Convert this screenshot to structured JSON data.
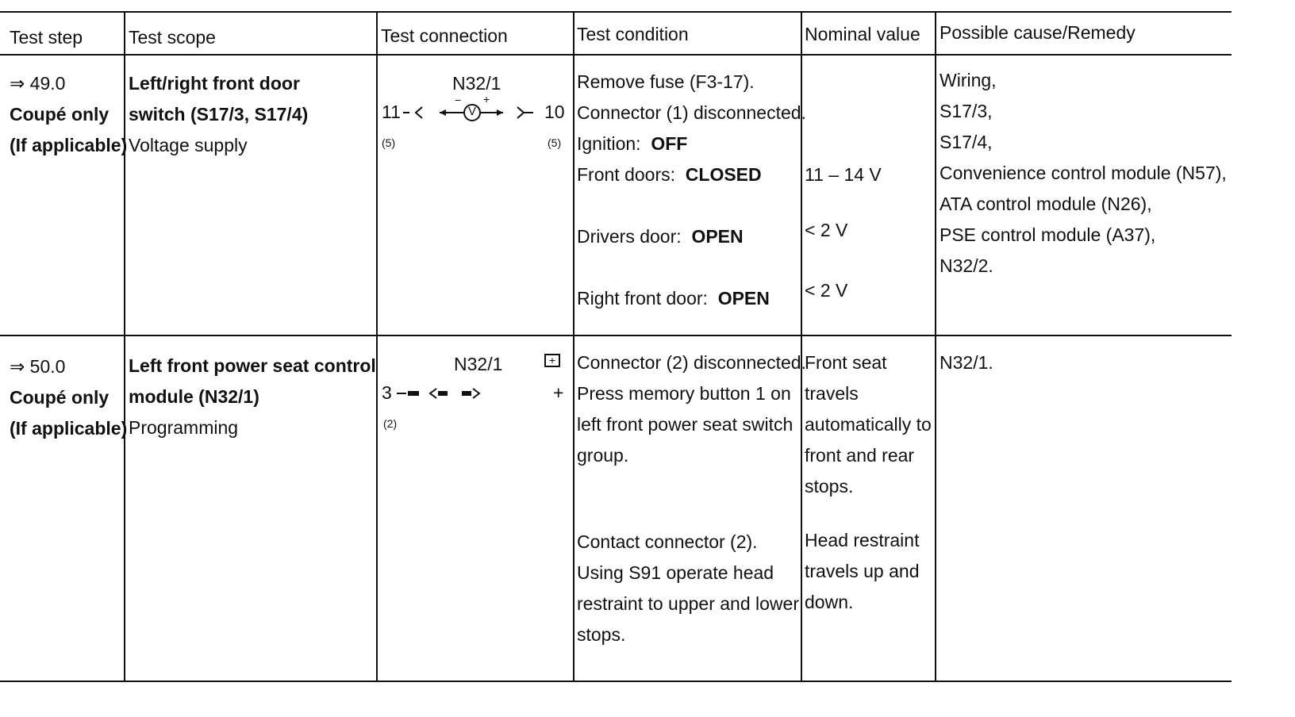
{
  "headers": {
    "test_step": "Test step",
    "test_scope": "Test scope",
    "test_connection": "Test connection",
    "test_condition": "Test condition",
    "nominal_value": "Nominal value",
    "possible_cause": "Possible cause/Remedy"
  },
  "rows": [
    {
      "step": [
        "⇒ 49.0",
        "Coupé only",
        "(If applicable)"
      ],
      "scope_bold": [
        "Left/right front door",
        "switch (S17/3, S17/4)"
      ],
      "scope_normal": "Voltage supply",
      "connection": {
        "component": "N32/1",
        "left_pin": "11",
        "right_pin": "10",
        "left_conn": "(5)",
        "right_conn": "(5)",
        "meter": "V",
        "minus": "−",
        "plus": "+"
      },
      "conditions": [
        {
          "label": "Remove fuse (F3-17).",
          "value": ""
        },
        {
          "label": "Connector (1) disconnected.",
          "value": ""
        },
        {
          "label": "Ignition:",
          "value": "OFF"
        },
        {
          "label": "Front doors:",
          "value": "CLOSED"
        },
        {
          "label": "Drivers door:",
          "value": "OPEN"
        },
        {
          "label": "Right front door:",
          "value": "OPEN"
        }
      ],
      "nominal": [
        "11 – 14 V",
        "< 2 V",
        "< 2 V"
      ],
      "causes": [
        "Wiring,",
        "S17/3,",
        "S17/4,",
        "Convenience control module (N57),",
        "ATA control module (N26),",
        "PSE control module (A37),",
        "N32/2."
      ]
    },
    {
      "step": [
        "⇒ 50.0",
        "Coupé only",
        "(If applicable)"
      ],
      "scope_bold": [
        "Left front power seat control",
        "module (N32/1)"
      ],
      "scope_normal": "Programming",
      "connection": {
        "component": "N32/1",
        "left_pin": "3",
        "left_conn": "(2)",
        "battery": "+",
        "plus": "+"
      },
      "conditions_a": [
        "Connector (2) disconnected.",
        "Press memory button 1 on",
        "left front power seat switch",
        "group."
      ],
      "conditions_b": [
        "Contact connector (2).",
        "Using S91 operate head",
        "restraint to upper and lower",
        "stops."
      ],
      "nominal_a": [
        "Front seat",
        "travels",
        "automatically to",
        "front and rear",
        "stops."
      ],
      "nominal_b": [
        "Head restraint",
        "travels up and",
        "down."
      ],
      "causes": [
        "N32/1."
      ]
    }
  ]
}
